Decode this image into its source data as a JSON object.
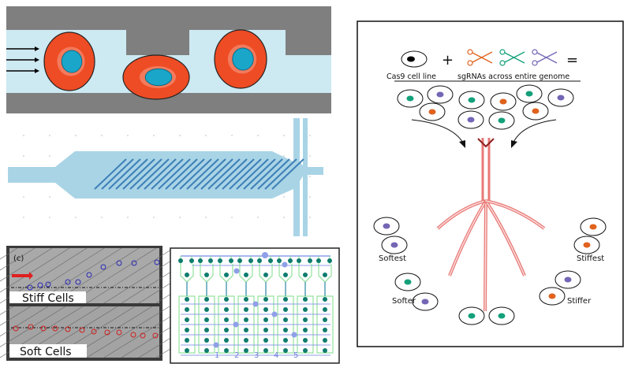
{
  "colors": {
    "wall_gray": "#7f7f7f",
    "channel_blue": "#cde9f2",
    "cell_red": "#ee4c24",
    "nucleus_cyan": "#1aa6c9",
    "device_blue": "#a9d4e6",
    "stripe_blue": "#3d7fb6",
    "sg_orange": "#e0621d",
    "sg_green": "#13a07a",
    "sg_purple": "#7465b5",
    "tree_red": "#e87a76",
    "circuit_green": "#7ddc8a",
    "circuit_node": "#0e7c6e",
    "circuit_blue": "#8f9fe8"
  },
  "screening": {
    "cas9_label": "Cas9 cell line",
    "sgrna_label": "sgRNAs across entire genome",
    "plus": "+",
    "equals": "=",
    "softest": "Softest",
    "softer": "Softer",
    "stiffest": "Stiffest",
    "stiffer": "Stiffer"
  },
  "micrograph": {
    "panel_label": "(c)",
    "stiff_label": "Stiff Cells",
    "soft_label": "Soft Cells"
  },
  "circuit": {
    "column_numbers": [
      "1",
      "2",
      "3",
      "4",
      "5"
    ]
  }
}
